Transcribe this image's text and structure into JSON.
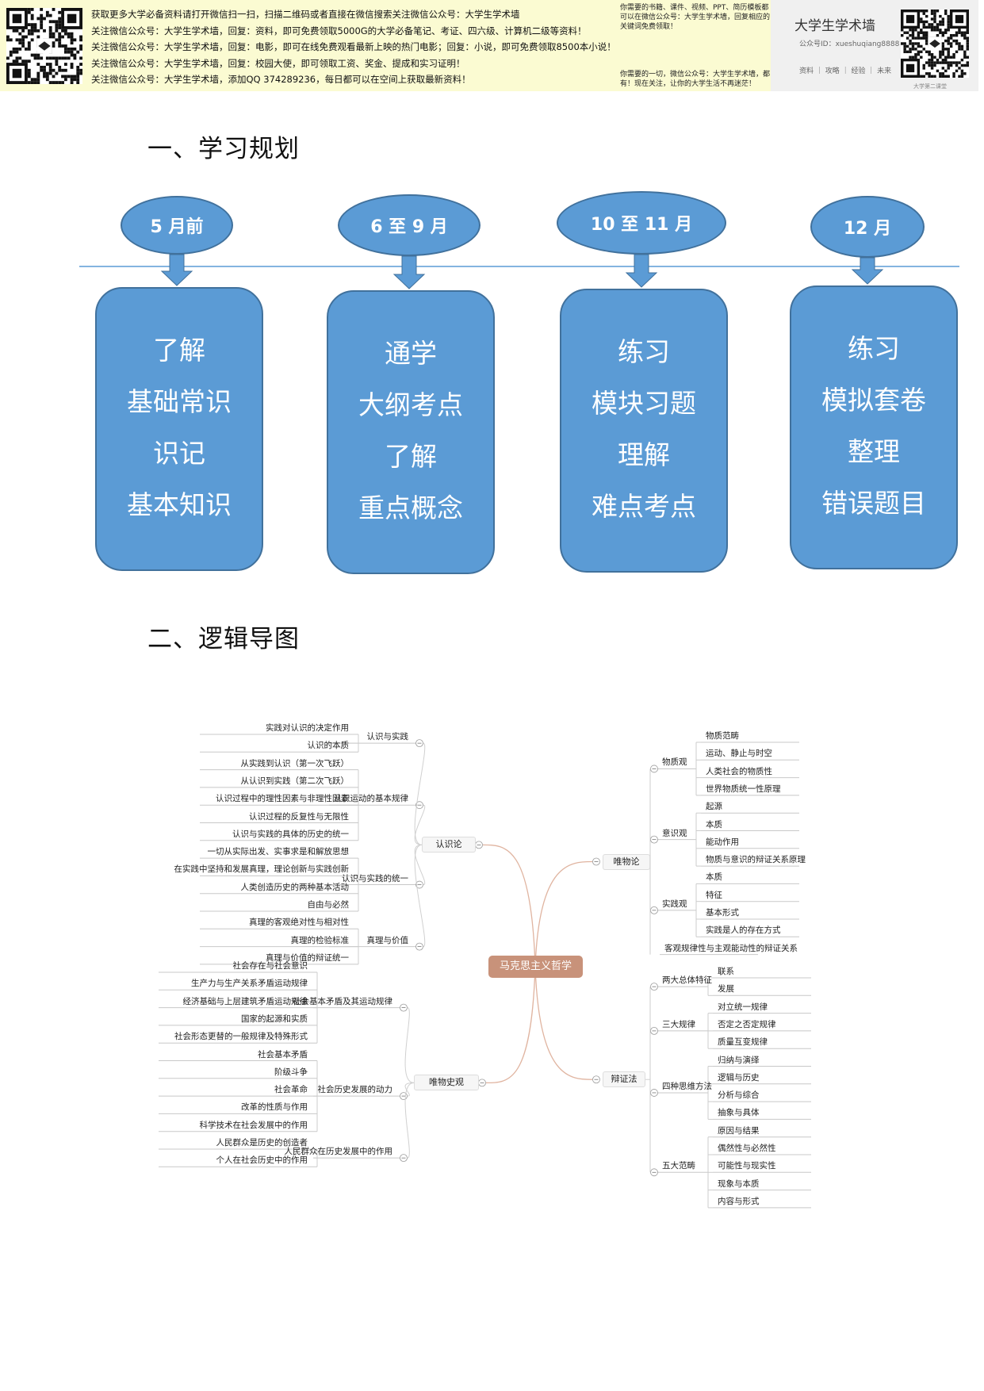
{
  "banner": {
    "lines": [
      "获取更多大学必备资料请打开微信扫一扫，扫描二维码或者直接在微信搜索关注微信公众号：大学生学术墙",
      "关注微信公众号：大学生学术墙，回复：资料，即可免费领取5000G的大学必备笔记、考证、四六级、计算机二级等资料！",
      "关注微信公众号：大学生学术墙，回复：电影，即可在线免费观看最新上映的热门电影；回复：小说，即可免费领取8500本小说！",
      "关注微信公众号：大学生学术墙，回复：校园大使，即可领取工资、奖金、提成和实习证明！",
      "关注微信公众号：大学生学术墙，添加QQ 374289236，每日都可以在空间上获取最新资料！"
    ],
    "mid_a": "你需要的书籍、课件、视频、PPT、简历模板都可以在微信公众号：大学生学术墙，回复相应的关键词免费领取！",
    "mid_b": "你需要的一切，微信公众号：大学生学术墙，都有！现在关注，让你的大学生活不再迷茫！",
    "brand_title": "大学生学术墙",
    "brand_sub": "公众号ID：xueshuqiang8888",
    "brand_links": "资料 ｜ 攻略 ｜ 经验 ｜ 未来",
    "brand_small": "大学第二课堂"
  },
  "sections": {
    "plan": "一、学习规划",
    "mindmap": "二、逻辑导图"
  },
  "timeline": [
    {
      "period": "5 月前",
      "items": [
        "了解",
        "基础常识",
        "识记",
        "基本知识"
      ]
    },
    {
      "period": "6 至 9 月",
      "items": [
        "通学",
        "大纲考点",
        "了解",
        "重点概念"
      ]
    },
    {
      "period": "10 至 11 月",
      "items": [
        "练习",
        "模块习题",
        "理解",
        "难点考点"
      ]
    },
    {
      "period": "12 月",
      "items": [
        "练习",
        "模拟套卷",
        "整理",
        "错误题目"
      ]
    }
  ],
  "colors": {
    "accent": "#5b9bd5",
    "accent_border": "#41719c",
    "center_node": "#c8927a",
    "mindmap_line": "#e0b4a0",
    "banner_bg": "#fbfbd2"
  },
  "mindmap": {
    "center": "马克思主义哲学",
    "left": [
      {
        "name": "认识论",
        "groups": [
          {
            "name": "认识与实践",
            "items": [
              "实践对认识的决定作用",
              "认识的本质"
            ]
          },
          {
            "name": "认识运动的基本规律",
            "items": [
              "从实践到认识（第一次飞跃）",
              "从认识到实践（第二次飞跃）",
              "认识过程中的理性因素与非理性因素",
              "认识过程的反复性与无限性",
              "认识与实践的具体的历史的统一"
            ]
          },
          {
            "name": "认识与实践的统一",
            "items": [
              "一切从实际出发、实事求是和解放思想",
              "在实践中坚持和发展真理，理论创新与实践创新",
              "人类创造历史的两种基本活动",
              "自由与必然"
            ]
          },
          {
            "name": "真理与价值",
            "items": [
              "真理的客观绝对性与相对性",
              "真理的检验标准",
              "真理与价值的辩证统一"
            ]
          }
        ]
      },
      {
        "name": "唯物史观",
        "groups": [
          {
            "name": "社会基本矛盾及其运动规律",
            "items": [
              "社会存在与社会意识",
              "生产力与生产关系矛盾运动规律",
              "经济基础与上层建筑矛盾运动规律",
              "国家的起源和实质",
              "社会形态更替的一般规律及特殊形式"
            ]
          },
          {
            "name": "社会历史发展的动力",
            "items": [
              "社会基本矛盾",
              "阶级斗争",
              "社会革命",
              "改革的性质与作用",
              "科学技术在社会发展中的作用"
            ]
          },
          {
            "name": "人民群众在历史发展中的作用",
            "items": [
              "人民群众是历史的创造者",
              "个人在社会历史中的作用"
            ]
          }
        ]
      }
    ],
    "right": [
      {
        "name": "唯物论",
        "groups": [
          {
            "name": "物质观",
            "items": [
              "物质范畴",
              "运动、静止与时空",
              "人类社会的物质性",
              "世界物质统一性原理"
            ]
          },
          {
            "name": "意识观",
            "items": [
              "起源",
              "本质",
              "能动作用",
              "物质与意识的辩证关系原理"
            ]
          },
          {
            "name": "实践观",
            "items": [
              "本质",
              "特征",
              "基本形式",
              "实践是人的存在方式"
            ]
          },
          {
            "name": "",
            "items": [
              "客观规律性与主观能动性的辩证关系"
            ]
          }
        ]
      },
      {
        "name": "辩证法",
        "groups": [
          {
            "name": "两大总体特征",
            "items": [
              "联系",
              "发展"
            ]
          },
          {
            "name": "三大规律",
            "items": [
              "对立统一规律",
              "否定之否定规律",
              "质量互变规律"
            ]
          },
          {
            "name": "四种思维方法",
            "items": [
              "归纳与演绎",
              "逻辑与历史",
              "分析与综合",
              "抽象与具体"
            ]
          },
          {
            "name": "五大范畴",
            "items": [
              "原因与结果",
              "偶然性与必然性",
              "可能性与现实性",
              "现象与本质",
              "内容与形式"
            ]
          }
        ]
      }
    ]
  }
}
